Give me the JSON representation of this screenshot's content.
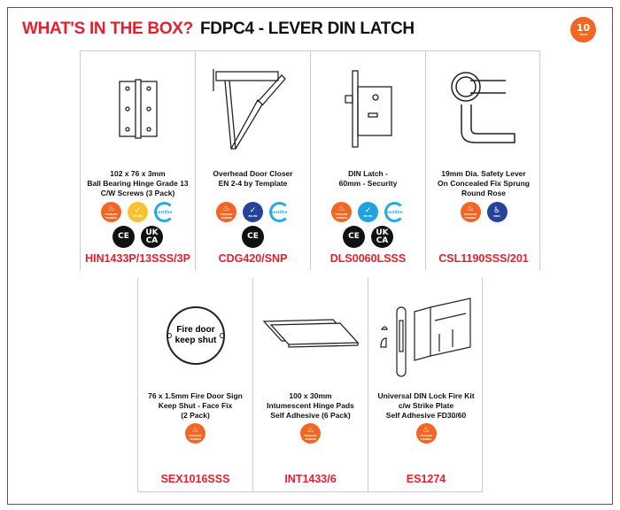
{
  "header": {
    "title_red": "WHAT'S IN THE BOX?",
    "title_black": "FDPC4 - LEVER DIN LATCH",
    "warranty_years": "10",
    "warranty_label": "YEAR"
  },
  "badge_labels": {
    "fire": "FD30/60 TIMBER",
    "en": "BS EN",
    "cert": "certifire",
    "ce": "CE",
    "ukca": "UK CA",
    "disabled": "DDA"
  },
  "colors": {
    "accent_red": "#e4202c",
    "fire_orange": "#f26522",
    "yellow": "#fcc12f",
    "navy": "#26439a",
    "light_blue": "#1fa3e0"
  },
  "top_items": [
    {
      "lines": [
        "102 x 76 x 3mm",
        "Ball Bearing Hinge Grade 13",
        "C/W Screws (3 Pack)"
      ],
      "code": "HIN1433P/13SSS/3P",
      "image": "hinge"
    },
    {
      "lines": [
        "Overhead Door Closer",
        "EN 2-4 by Template"
      ],
      "code": "CDG420/SNP",
      "image": "door-closer"
    },
    {
      "lines": [
        "DIN Latch -",
        "60mm - Security"
      ],
      "code": "DLS0060LSSS",
      "image": "din-latch"
    },
    {
      "lines": [
        "19mm Dia. Safety Lever",
        "On Concealed Fix Sprung",
        "Round Rose"
      ],
      "code": "CSL1190SSS/201",
      "image": "lever-handle"
    }
  ],
  "bottom_items": [
    {
      "lines": [
        "76 x 1.5mm Fire Door Sign",
        "Keep Shut - Face Fix",
        "(2 Pack)"
      ],
      "code": "SEX1016SSS",
      "image": "fire-door-sign",
      "sign_text": [
        "Fire door",
        "keep shut"
      ]
    },
    {
      "lines": [
        "100 x 30mm",
        "Intumescent Hinge Pads",
        "Self Adhesive (6 Pack)"
      ],
      "code": "INT1433/6",
      "image": "hinge-pads"
    },
    {
      "lines": [
        "Universal DIN Lock Fire Kit",
        "c/w Strike Plate",
        "Self Adhesive FD30/60"
      ],
      "code": "ES1274",
      "image": "lock-fire-kit"
    }
  ]
}
